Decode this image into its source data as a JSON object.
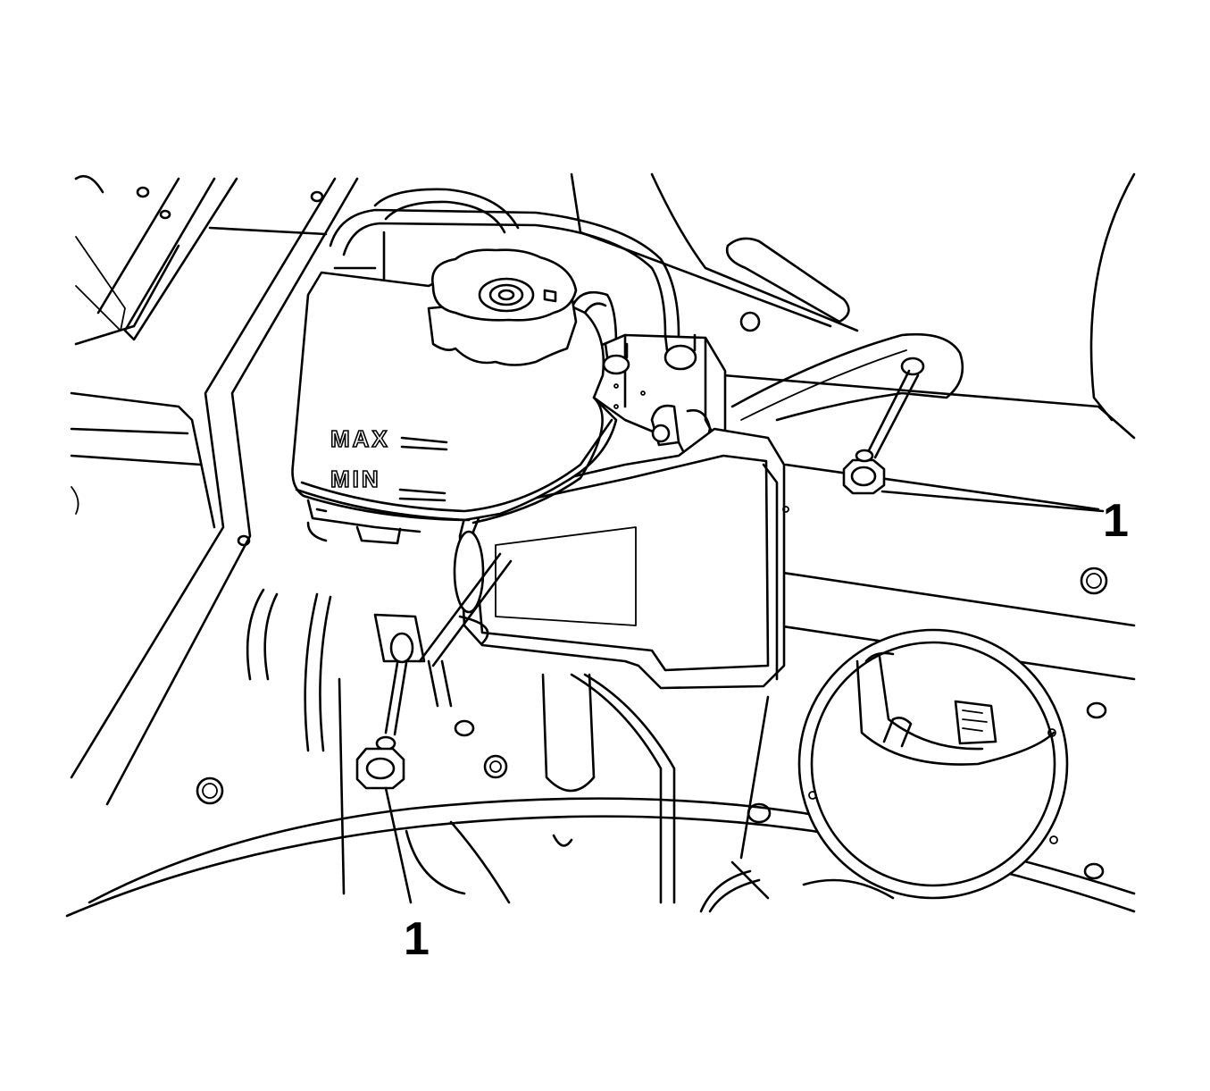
{
  "reservoir": {
    "max_mark": "MAX",
    "min_mark": "MIN"
  },
  "callouts": [
    {
      "label": "1"
    },
    {
      "label": "1"
    }
  ]
}
